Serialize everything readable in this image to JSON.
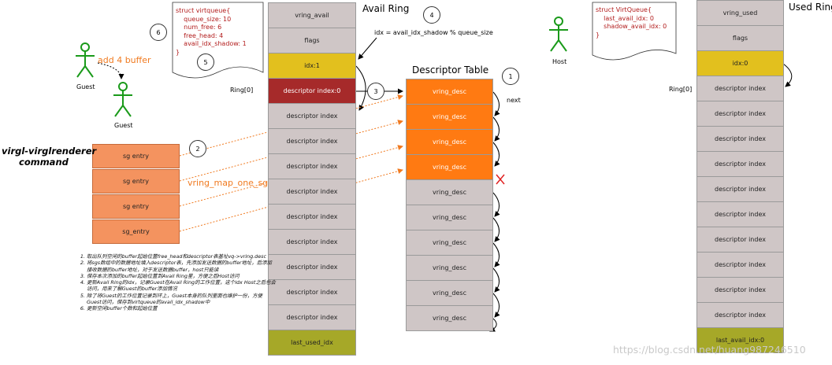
{
  "avail_ring": {
    "title": "Avail Ring",
    "cells": [
      "vring_avail",
      "flags",
      "idx:1",
      "descriptor index:0",
      "descriptor index",
      "descriptor index",
      "descriptor index",
      "descriptor index",
      "descriptor index",
      "descriptor index",
      "descriptor index",
      "descriptor index",
      "descriptor index",
      "last_used_idx"
    ],
    "ring_label": "Ring[0]",
    "idx_formula": "idx = avail_idx_shadow % queue_size"
  },
  "descriptor_table": {
    "title": "Descriptor Table",
    "cells": [
      "vring_desc",
      "vring_desc",
      "vring_desc",
      "vring_desc",
      "vring_desc",
      "vring_desc",
      "vring_desc",
      "vring_desc",
      "vring_desc",
      "vring_desc"
    ],
    "next_label": "next"
  },
  "used_ring": {
    "title": "Used Ring",
    "cells": [
      "vring_used",
      "flags",
      "idx:0",
      "descriptor index",
      "descriptor index",
      "descriptor index",
      "descriptor index",
      "descriptor index",
      "descriptor index",
      "descriptor index",
      "descriptor index",
      "descriptor index",
      "descriptor index",
      "last_avail_idx:0"
    ],
    "ring_label": "Ring[0]"
  },
  "virtqueue_note": {
    "lines": [
      "struct virtqueue{",
      "    queue_size: 10",
      "    num_free: 6",
      "    free_head: 4",
      "    avail_idx_shadow: 1",
      "}"
    ]
  },
  "host_note": {
    "lines": [
      "struct VirtQueue{",
      "    last_avail_idx: 0",
      "    shadow_avail_idx: 0",
      "}"
    ]
  },
  "guest": {
    "label_1": "Guest",
    "label_2": "Guest",
    "add_buffer": "add 4 buffer"
  },
  "host": {
    "label": "Host"
  },
  "command": {
    "title_line1": "virgl-virglrenderer",
    "title_line2": "command"
  },
  "sg_entries": [
    "sg entry",
    "sg entry",
    "sg entry",
    "sg_entry"
  ],
  "map_label": "vring_map_one_sg",
  "circles": [
    "1",
    "2",
    "3",
    "4",
    "5",
    "6"
  ],
  "steps": [
    "取出队列空闲的buffer起始位置free_head和descriptor表基址vq->vring.desc",
    "将sgs数组中的数据地址填入descriptor表，先添加发送数据的buffer地址，后添加接收数据的buffer地址，对于发送数据buffer，host只能读",
    "保存本次添加的buffer起始位置到Avail Ring里，方便之后Host访问",
    "更新Avail Ring的idx，记录Guest在Avail Ring的工作位置，这个idx Host之后也会访问，用来了解Guest的buffer添加情况",
    "除了将Guest的工作位置记录到环上，Guest本身的队列里面也维护一份，方便Guest访问，保存到virtqueue的avail_idx_shadow中",
    "更新空闲buffer个数和起始位置"
  ],
  "watermark": "https://blog.csdn.net/huang987246510",
  "colors": {
    "ring_gray": "#cfc6c6",
    "idx_yellow": "#e2c01e",
    "desc_index_red": "#a62a2a",
    "last_olive": "#a6a828",
    "desc_orange": "#ff7a12",
    "sg_salmon": "#f4935f",
    "stick_figure_green": "#1a9a1a",
    "arrow_orange": "#f07a20",
    "note_red": "#b21c1c",
    "cross_red": "#e02020"
  }
}
